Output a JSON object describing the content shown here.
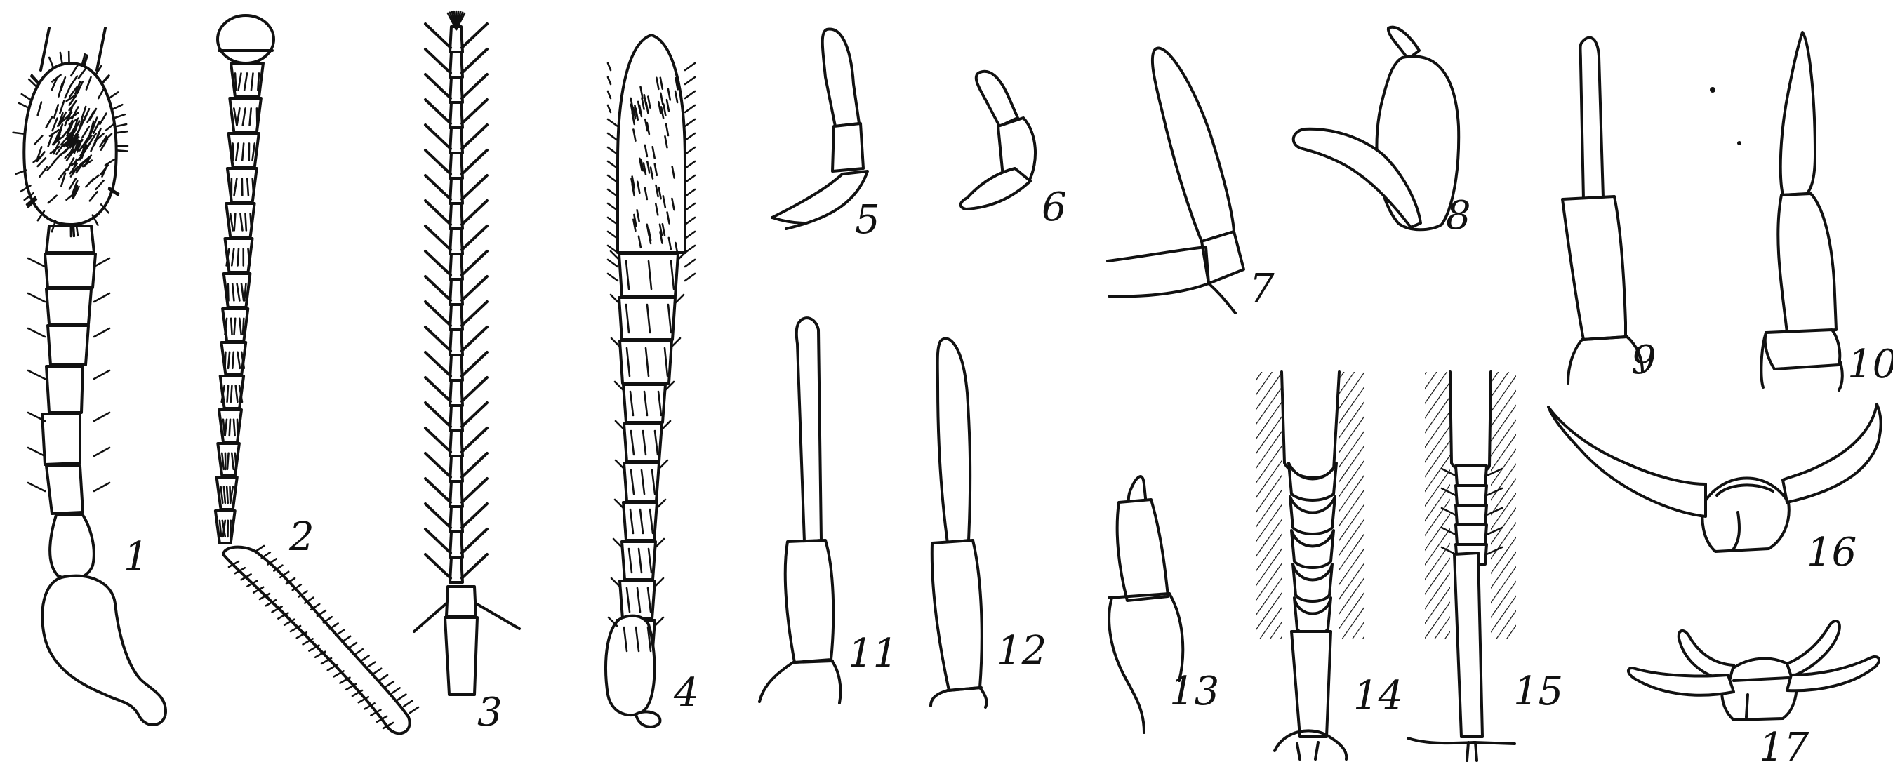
{
  "plate": {
    "figures": [
      {
        "id": "fig1",
        "label": "1"
      },
      {
        "id": "fig2",
        "label": "2"
      },
      {
        "id": "fig3",
        "label": "3"
      },
      {
        "id": "fig4",
        "label": "4"
      },
      {
        "id": "fig5",
        "label": "5"
      },
      {
        "id": "fig6",
        "label": "6"
      },
      {
        "id": "fig7",
        "label": "7"
      },
      {
        "id": "fig8",
        "label": "8"
      },
      {
        "id": "fig9",
        "label": "9"
      },
      {
        "id": "fig10",
        "label": "10"
      },
      {
        "id": "fig11",
        "label": "11"
      },
      {
        "id": "fig12",
        "label": "12"
      },
      {
        "id": "fig13",
        "label": "13"
      },
      {
        "id": "fig14",
        "label": "14"
      },
      {
        "id": "fig15",
        "label": "15"
      },
      {
        "id": "fig16",
        "label": "16"
      },
      {
        "id": "fig17",
        "label": "17"
      }
    ]
  },
  "colors": {
    "ink": "#111111",
    "paper": "#ffffff"
  }
}
